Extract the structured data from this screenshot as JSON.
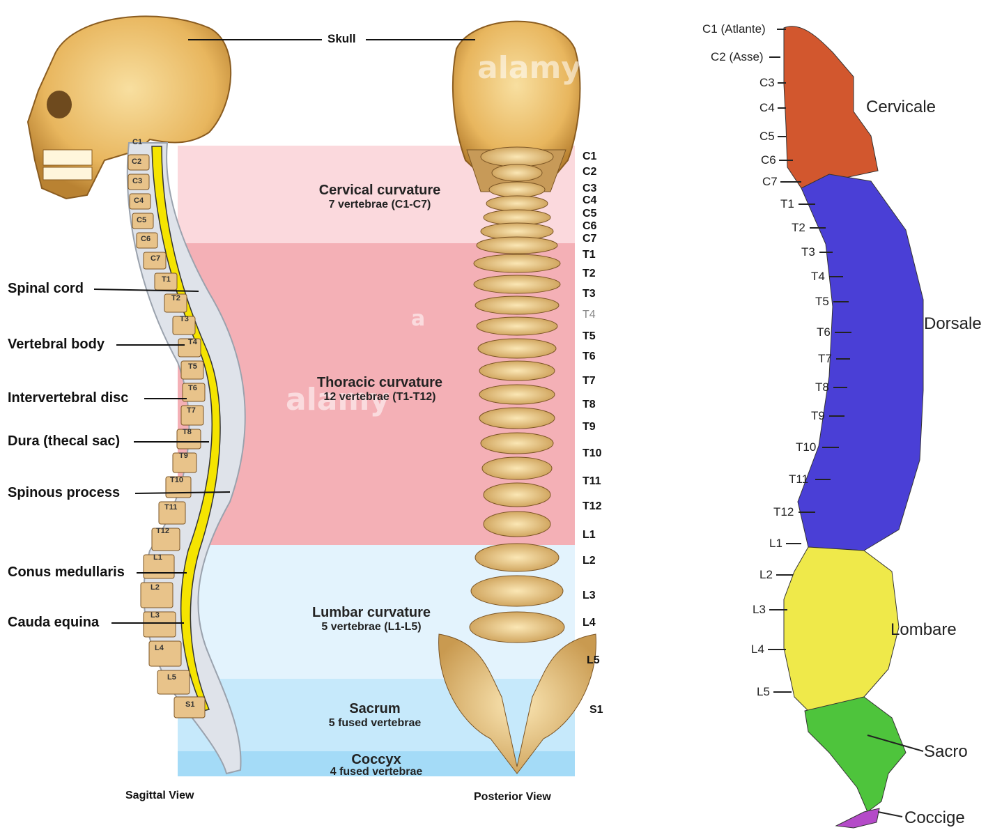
{
  "skull_label": "Skull",
  "left_labels": [
    "Spinal cord",
    "Vertebral body",
    "Intervertebral disc",
    "Dura (thecal sac)",
    "Spinous process",
    "Conus medullaris",
    "Cauda equina"
  ],
  "sagittal_vertebrae": [
    "C1",
    "C2",
    "C3",
    "C4",
    "C5",
    "C6",
    "C7",
    "T1",
    "T2",
    "T3",
    "T4",
    "T5",
    "T6",
    "T7",
    "T8",
    "T9",
    "T10",
    "T11",
    "T12",
    "L1",
    "L2",
    "L3",
    "L4",
    "L5",
    "S1"
  ],
  "bands": [
    {
      "title": "Cervical curvature",
      "subtitle": "7 vertebrae (C1-C7)",
      "color": "#fbd9dd"
    },
    {
      "title": "Thoracic curvature",
      "subtitle": "12 vertebrae (T1-T12)",
      "color": "#f4b0b6"
    },
    {
      "title": "Lumbar curvature",
      "subtitle": "5 vertebrae (L1-L5)",
      "color": "#e3f3fd"
    },
    {
      "title": "Sacrum",
      "subtitle": "5 fused vertebrae",
      "color": "#c6e9fb"
    },
    {
      "title": "Coccyx",
      "subtitle": "4 fused vertebrae",
      "color": "#a4dbf7"
    }
  ],
  "posterior_vertebrae": [
    "C1",
    "C2",
    "C3",
    "C4",
    "C5",
    "C6",
    "C7",
    "T1",
    "T2",
    "T3",
    "T4",
    "T5",
    "T6",
    "T7",
    "T8",
    "T9",
    "T10",
    "T11",
    "T12",
    "L1",
    "L2",
    "L3",
    "L4",
    "L5",
    "S1"
  ],
  "captions": {
    "sagittal": "Sagittal View",
    "posterior": "Posterior View"
  },
  "watermarks": [
    "alamy",
    "alamy",
    "a"
  ],
  "right_vertebrae": [
    "C1 (Atlante)",
    "C2 (Asse)",
    "C3",
    "C4",
    "C5",
    "C6",
    "C7",
    "T1",
    "T2",
    "T3",
    "T4",
    "T5",
    "T6",
    "T7",
    "T8",
    "T9",
    "T10",
    "T11",
    "T12",
    "L1",
    "L2",
    "L3",
    "L4",
    "L5"
  ],
  "right_regions": [
    {
      "name": "Cervicale",
      "color": "#d2572e"
    },
    {
      "name": "Dorsale",
      "color": "#4a3fd6"
    },
    {
      "name": "Lombare",
      "color": "#efe94a"
    },
    {
      "name": "Sacro",
      "color": "#4ec43c"
    },
    {
      "name": "Coccige",
      "color": "#b44ac8"
    }
  ]
}
